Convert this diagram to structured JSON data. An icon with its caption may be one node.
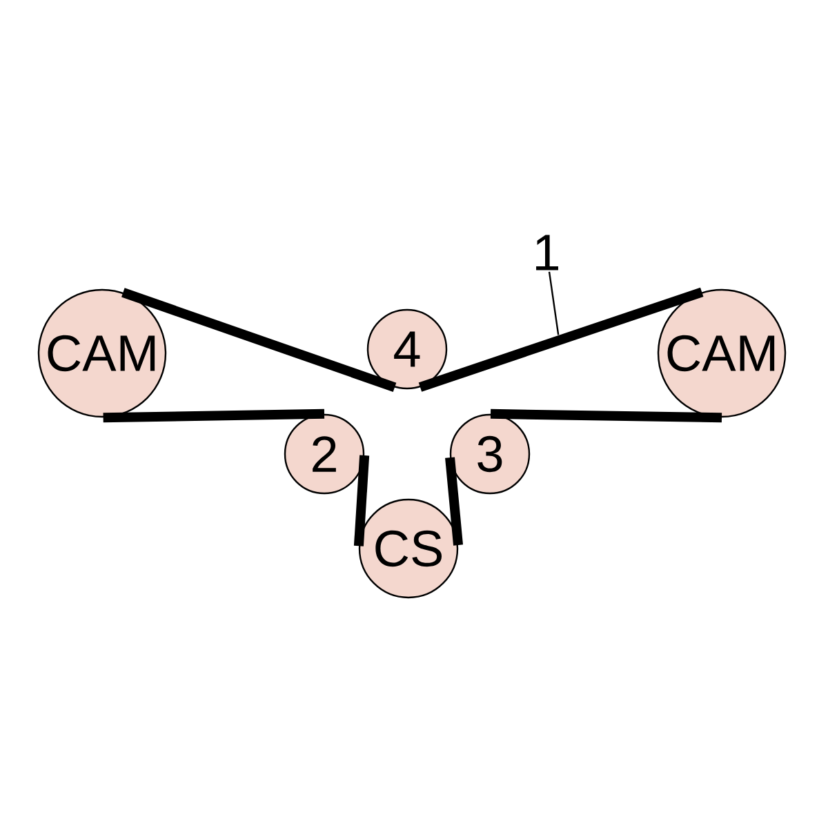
{
  "diagram": {
    "nodes": [
      {
        "text": [
          "1"
        ]
      },
      {
        "text": [
          "CAM"
        ]
      },
      {
        "text": [
          "4"
        ]
      },
      {
        "text": [
          "CAM"
        ]
      },
      {
        "text": [
          "2"
        ]
      },
      {
        "text": [
          "3"
        ]
      },
      {
        "text": [
          "CS"
        ]
      }
    ],
    "edges": [
      {
        "from": 1,
        "to": 2,
        "arrow": "none"
      },
      {
        "from": 2,
        "to": 3,
        "arrow": "none"
      },
      {
        "from": 1,
        "to": 4,
        "arrow": "none"
      },
      {
        "from": 4,
        "to": 6,
        "arrow": "none"
      },
      {
        "from": 6,
        "to": 5,
        "arrow": "none"
      },
      {
        "from": 5,
        "to": 3,
        "arrow": "none"
      },
      {
        "from": 0,
        "to": null,
        "arrow": "none"
      }
    ]
  }
}
